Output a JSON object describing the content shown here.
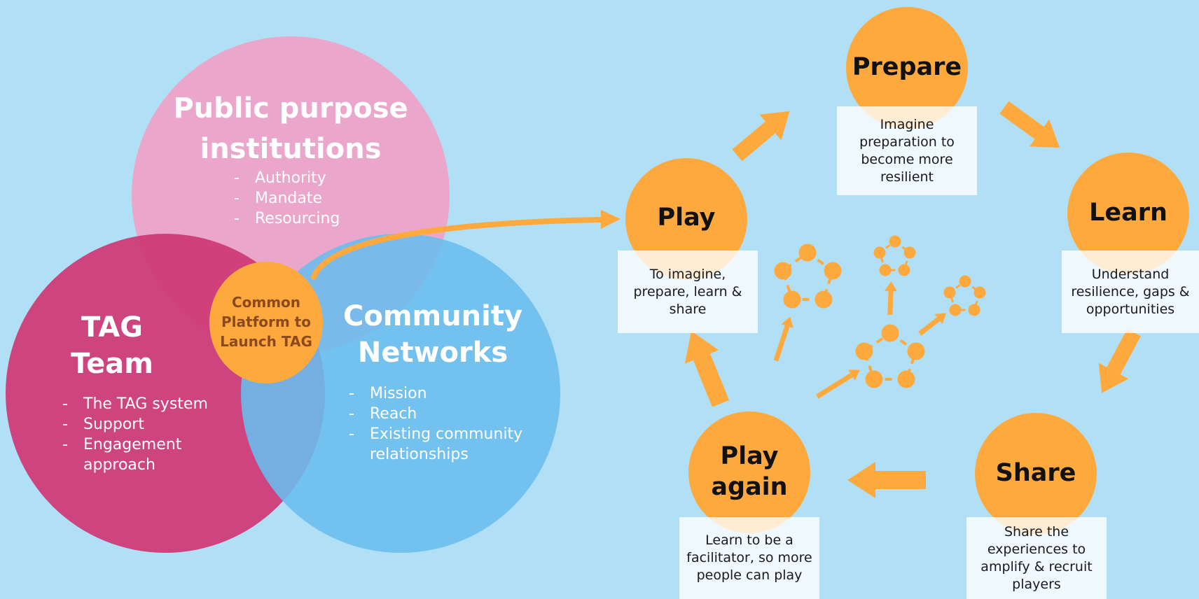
{
  "venn": {
    "public": {
      "title_line1": "Public purpose",
      "title_line2": "institutions",
      "items": [
        "Authority",
        "Mandate",
        "Resourcing"
      ],
      "color": "#f29fc5"
    },
    "tag": {
      "title_line1": "TAG",
      "title_line2": "Team",
      "items": [
        "The TAG system",
        "Support",
        "Engagement approach"
      ],
      "color": "#cf3b77"
    },
    "community": {
      "title_line1": "Community",
      "title_line2": "Networks",
      "items": [
        "Mission",
        "Reach",
        "Existing community relationships"
      ],
      "color": "#69bdee"
    },
    "center": {
      "line1": "Common",
      "line2": "Platform to",
      "line3": "Launch TAG"
    }
  },
  "cycle": {
    "accent": "#fea93e",
    "stages": [
      {
        "title": "Play",
        "desc": "To imagine, prepare, learn & share"
      },
      {
        "title": "Prepare",
        "desc": "Imagine preparation to become more resilient"
      },
      {
        "title": "Learn",
        "desc": "Understand resilience, gaps & opportunities"
      },
      {
        "title": "Share",
        "desc": "Share the experiences to amplify & recruit players"
      },
      {
        "title_line1": "Play",
        "title_line2": "again",
        "desc": "Learn to be a facilitator, so more people can play"
      }
    ]
  }
}
